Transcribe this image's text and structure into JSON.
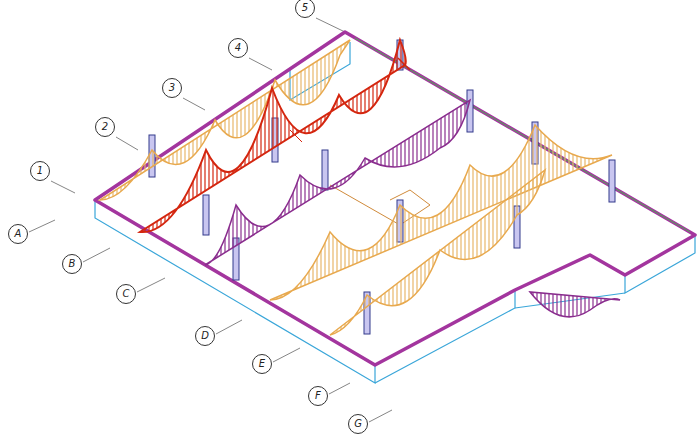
{
  "diagram": {
    "nodes": [
      {
        "text": [
          "5"
        ]
      },
      {
        "text": [
          "4"
        ]
      },
      {
        "text": [
          "3"
        ]
      },
      {
        "text": [
          "2"
        ]
      },
      {
        "text": [
          "1"
        ]
      },
      {
        "text": [
          "A"
        ]
      },
      {
        "text": [
          "B"
        ]
      },
      {
        "text": [
          "C"
        ]
      },
      {
        "text": [
          "D"
        ]
      },
      {
        "text": [
          "E"
        ]
      },
      {
        "text": [
          "F"
        ]
      },
      {
        "text": [
          "G"
        ]
      }
    ]
  }
}
